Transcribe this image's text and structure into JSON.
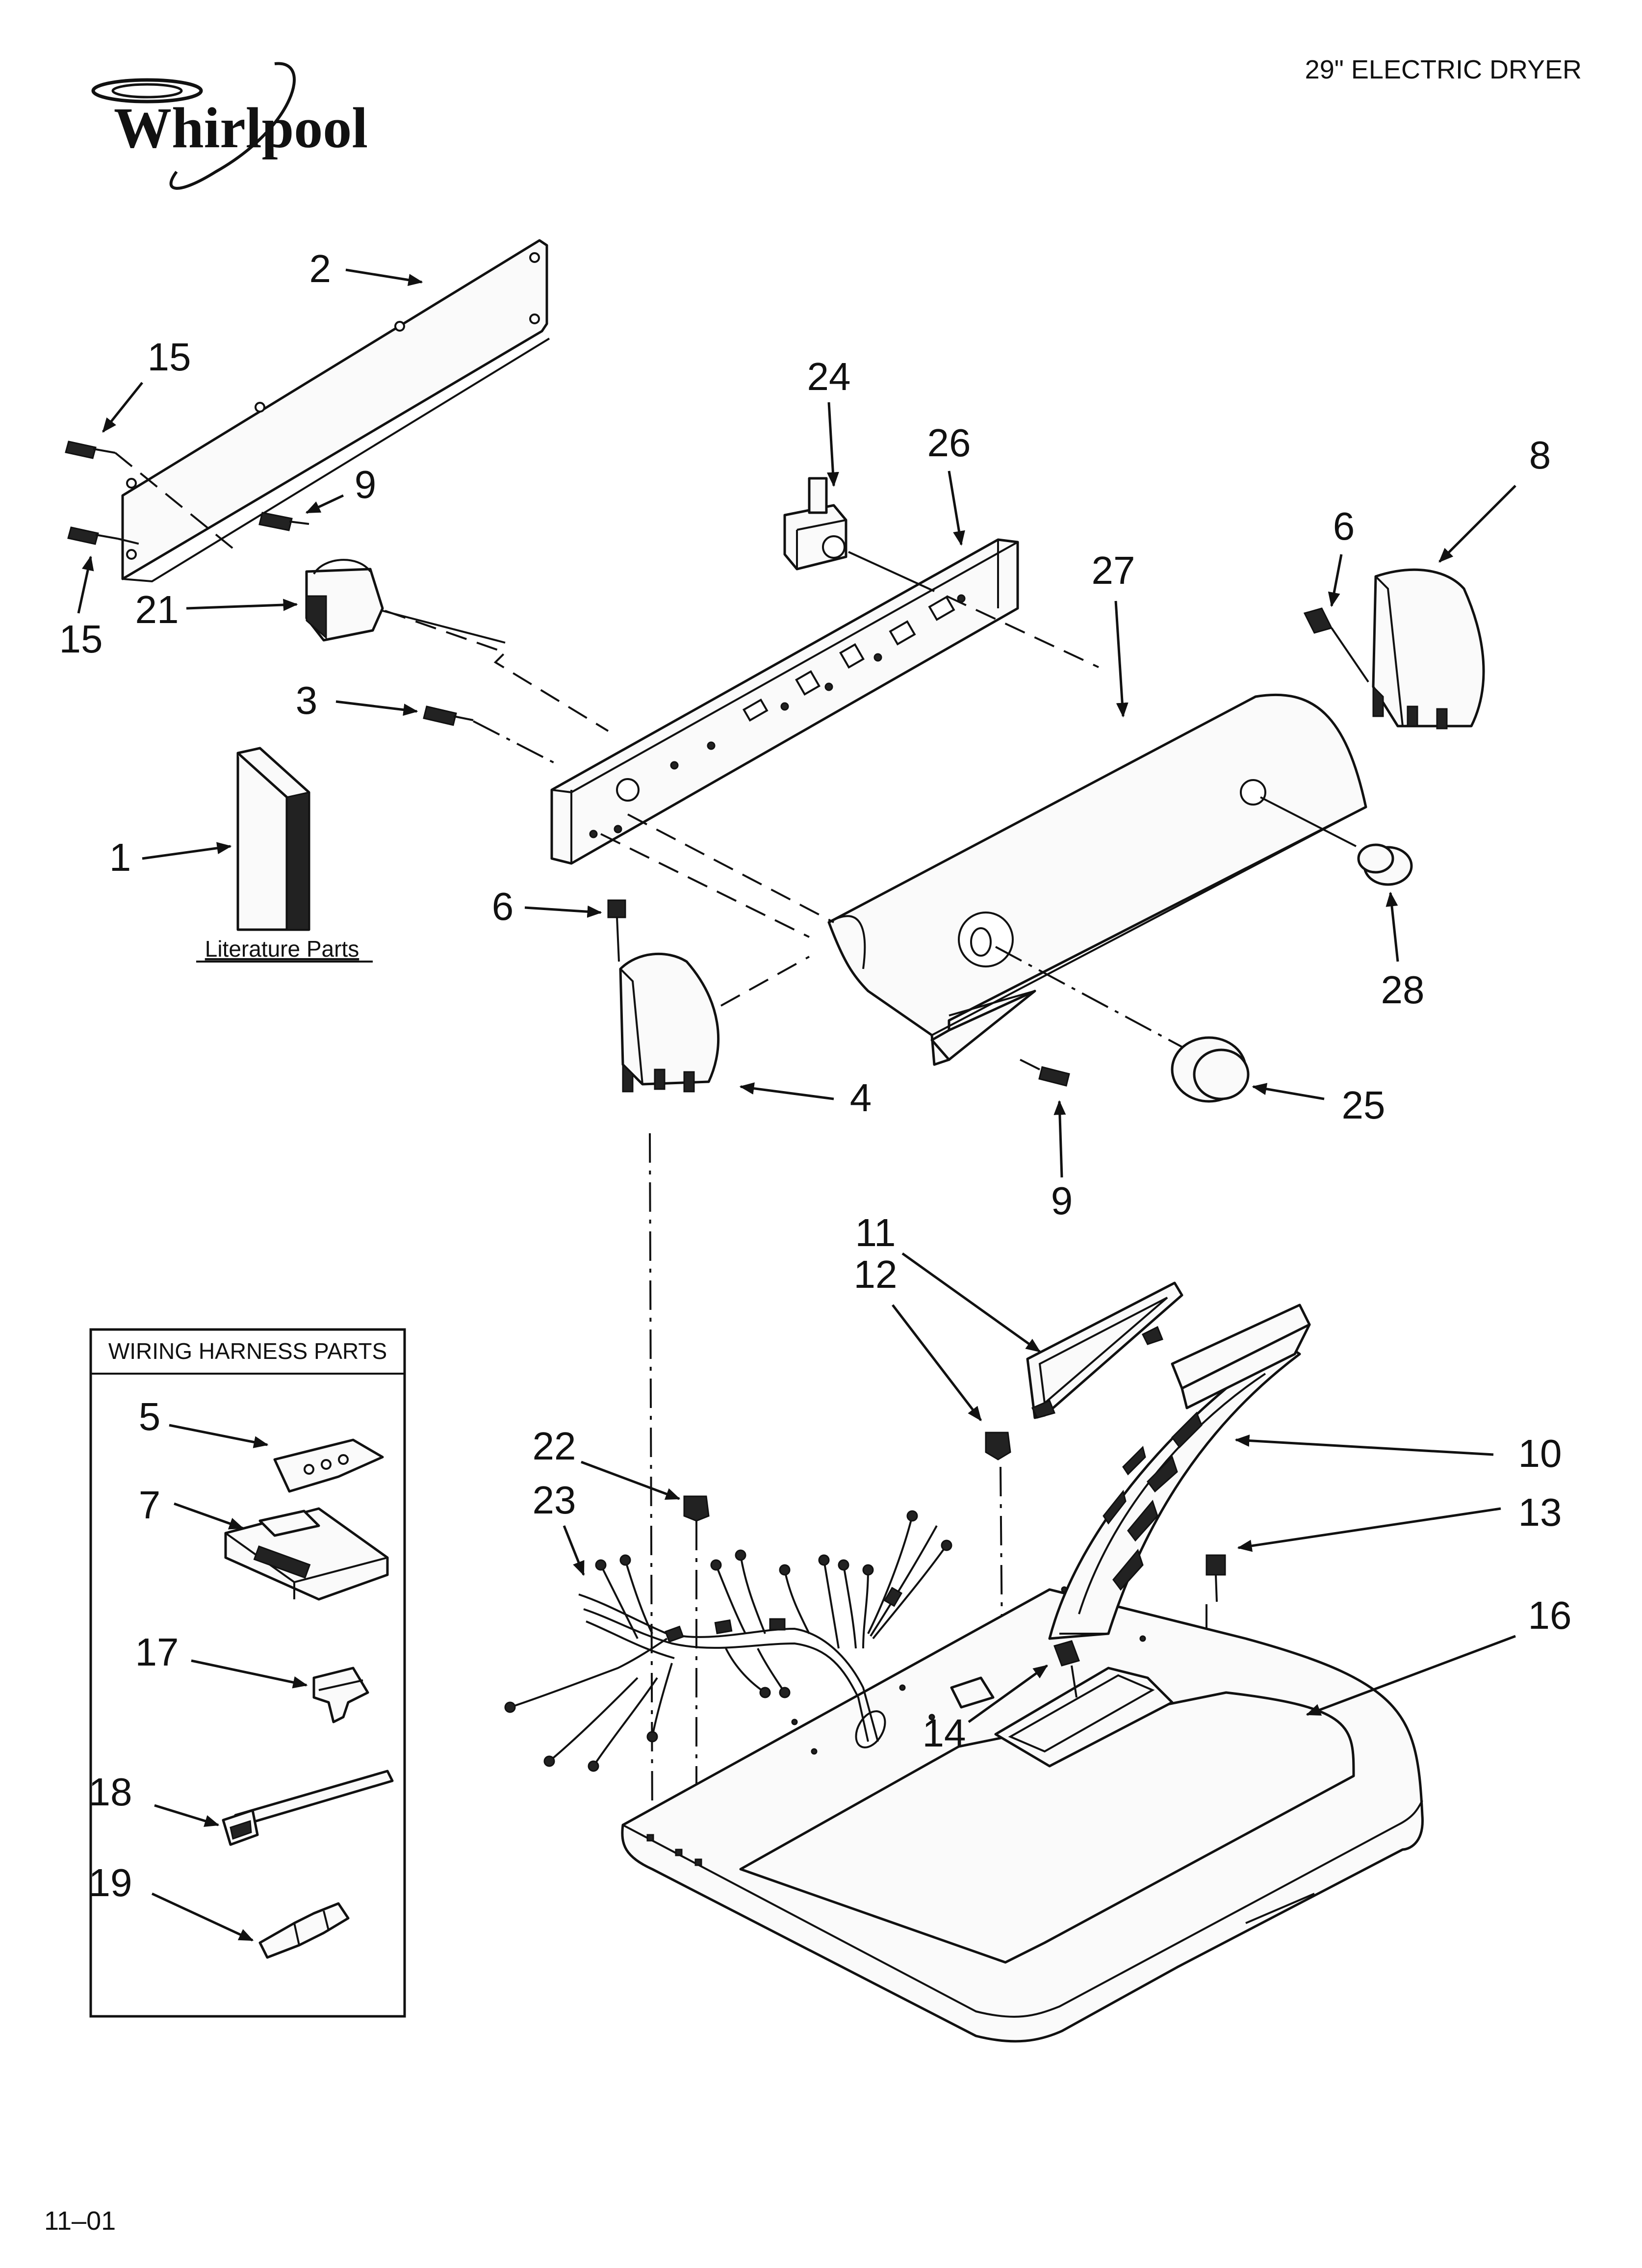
{
  "header": {
    "brand": "Whirlpool",
    "model_title": "29\" ELECTRIC DRYER",
    "revision": "11–01"
  },
  "literature": {
    "label": "Literature Parts"
  },
  "wiring_box": {
    "title": "WIRING HARNESS PARTS"
  },
  "callouts": {
    "c1": "1",
    "c2": "2",
    "c3": "3",
    "c4": "4",
    "c5": "5",
    "c6a": "6",
    "c6b": "6",
    "c7": "7",
    "c8": "8",
    "c9a": "9",
    "c9b": "9",
    "c10": "10",
    "c11": "11",
    "c12": "12",
    "c13": "13",
    "c14": "14",
    "c15a": "15",
    "c15b": "15",
    "c16": "16",
    "c17": "17",
    "c18": "18",
    "c19": "19",
    "c21": "21",
    "c22": "22",
    "c23": "23",
    "c24": "24",
    "c25": "25",
    "c26": "26",
    "c27": "27",
    "c28": "28"
  }
}
